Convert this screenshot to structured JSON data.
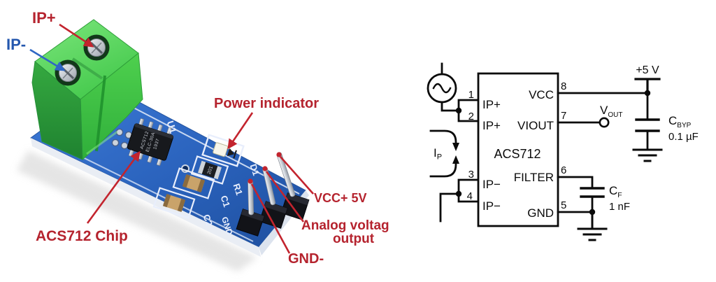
{
  "figure": {
    "description_left": "annotated ACS712 current sensor module photo",
    "description_right": "ACS712 typical application schematic"
  },
  "photo": {
    "annotations": {
      "ip_plus": "IP+",
      "ip_minus": "IP-",
      "power_indicator": "Power indicator",
      "chip_label": "ACS712 Chip",
      "vcc_label": "VCC+ 5V",
      "analog_label_line1": "Analog voltag",
      "analog_label_line2": "output",
      "gnd_label": "GND-"
    },
    "silkscreen": {
      "u1": "U1",
      "d1": "D1",
      "r1": "R1",
      "c1": "C1",
      "c2": "C2",
      "gnd": "GND",
      "resistor_code": "201",
      "chip_marking_line1": "ACS712",
      "chip_marking_line2": "ELC-30A",
      "chip_marking_line3": "1937"
    },
    "colors": {
      "pcb_blue": "#2a62b8",
      "terminal_green": "#3fc83f",
      "annotation_red": "#bf2430",
      "annotation_blue": "#2b5fb5"
    }
  },
  "schematic": {
    "chip_name": "ACS712",
    "left_pins": [
      {
        "num": "1",
        "label": "IP+"
      },
      {
        "num": "2",
        "label": "IP+"
      },
      {
        "num": "3",
        "label": "IP−"
      },
      {
        "num": "4",
        "label": "IP−"
      }
    ],
    "right_pins": [
      {
        "num": "8",
        "label": "VCC"
      },
      {
        "num": "7",
        "label": "VIOUT"
      },
      {
        "num": "6",
        "label": "FILTER"
      },
      {
        "num": "5",
        "label": "GND"
      }
    ],
    "supply_label": "+5 V",
    "vout": {
      "main": "V",
      "sub": "OUT"
    },
    "cbyp": {
      "main": "C",
      "sub": "BYP",
      "value": "0.1 µF"
    },
    "cf": {
      "main": "C",
      "sub": "F",
      "value": "1 nF"
    },
    "ip_current": {
      "main": "I",
      "sub": "P"
    }
  }
}
